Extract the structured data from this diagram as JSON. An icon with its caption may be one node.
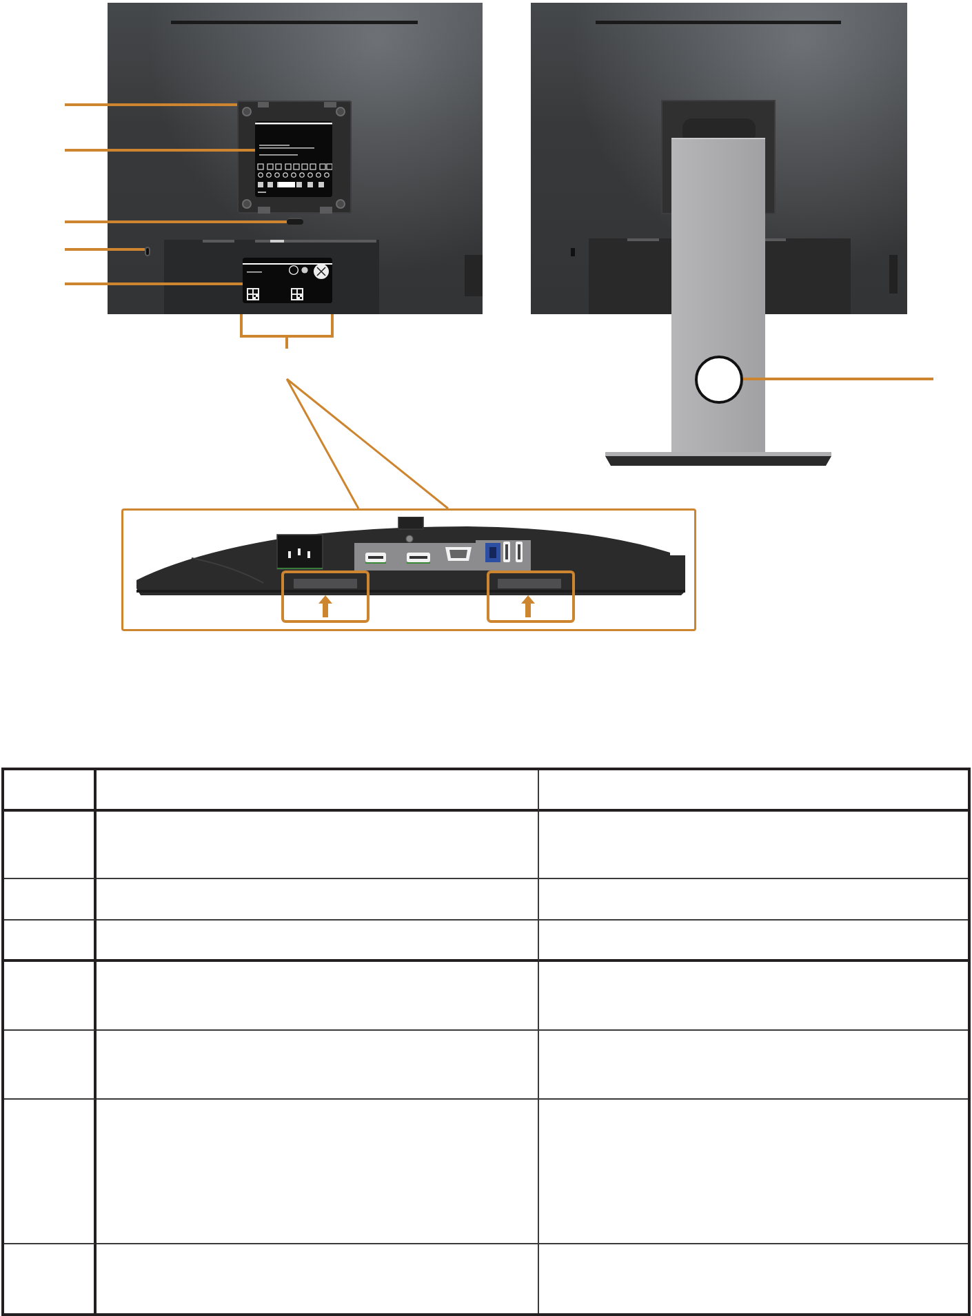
{
  "diagram": {
    "nodes": [
      {
        "text": [],
        "shape": "picture"
      },
      {
        "text": [],
        "shape": "box",
        "in": 0
      },
      {
        "text": [],
        "shape": "box",
        "in": 1
      },
      {
        "text": [],
        "shape": "box",
        "in": 0
      },
      {
        "text": [],
        "shape": "box",
        "in": 0
      },
      {
        "text": [],
        "shape": "box",
        "in": 0
      },
      {
        "text": [],
        "shape": "picture"
      },
      {
        "text": [],
        "shape": "bar",
        "in": 6
      },
      {
        "text": [],
        "shape": "circle",
        "in": 7
      },
      {
        "text": [],
        "shape": "box"
      }
    ],
    "edges": [
      {
        "from": null,
        "to": 1,
        "arrow": "none"
      },
      {
        "from": null,
        "to": 2,
        "arrow": "none"
      },
      {
        "from": null,
        "to": 3,
        "arrow": "none"
      },
      {
        "from": null,
        "to": 4,
        "arrow": "none"
      },
      {
        "from": null,
        "to": 5,
        "arrow": "none"
      },
      {
        "from": null,
        "to": 8,
        "arrow": "none"
      },
      {
        "from": null,
        "to": 9,
        "arrow": "none"
      }
    ]
  }
}
